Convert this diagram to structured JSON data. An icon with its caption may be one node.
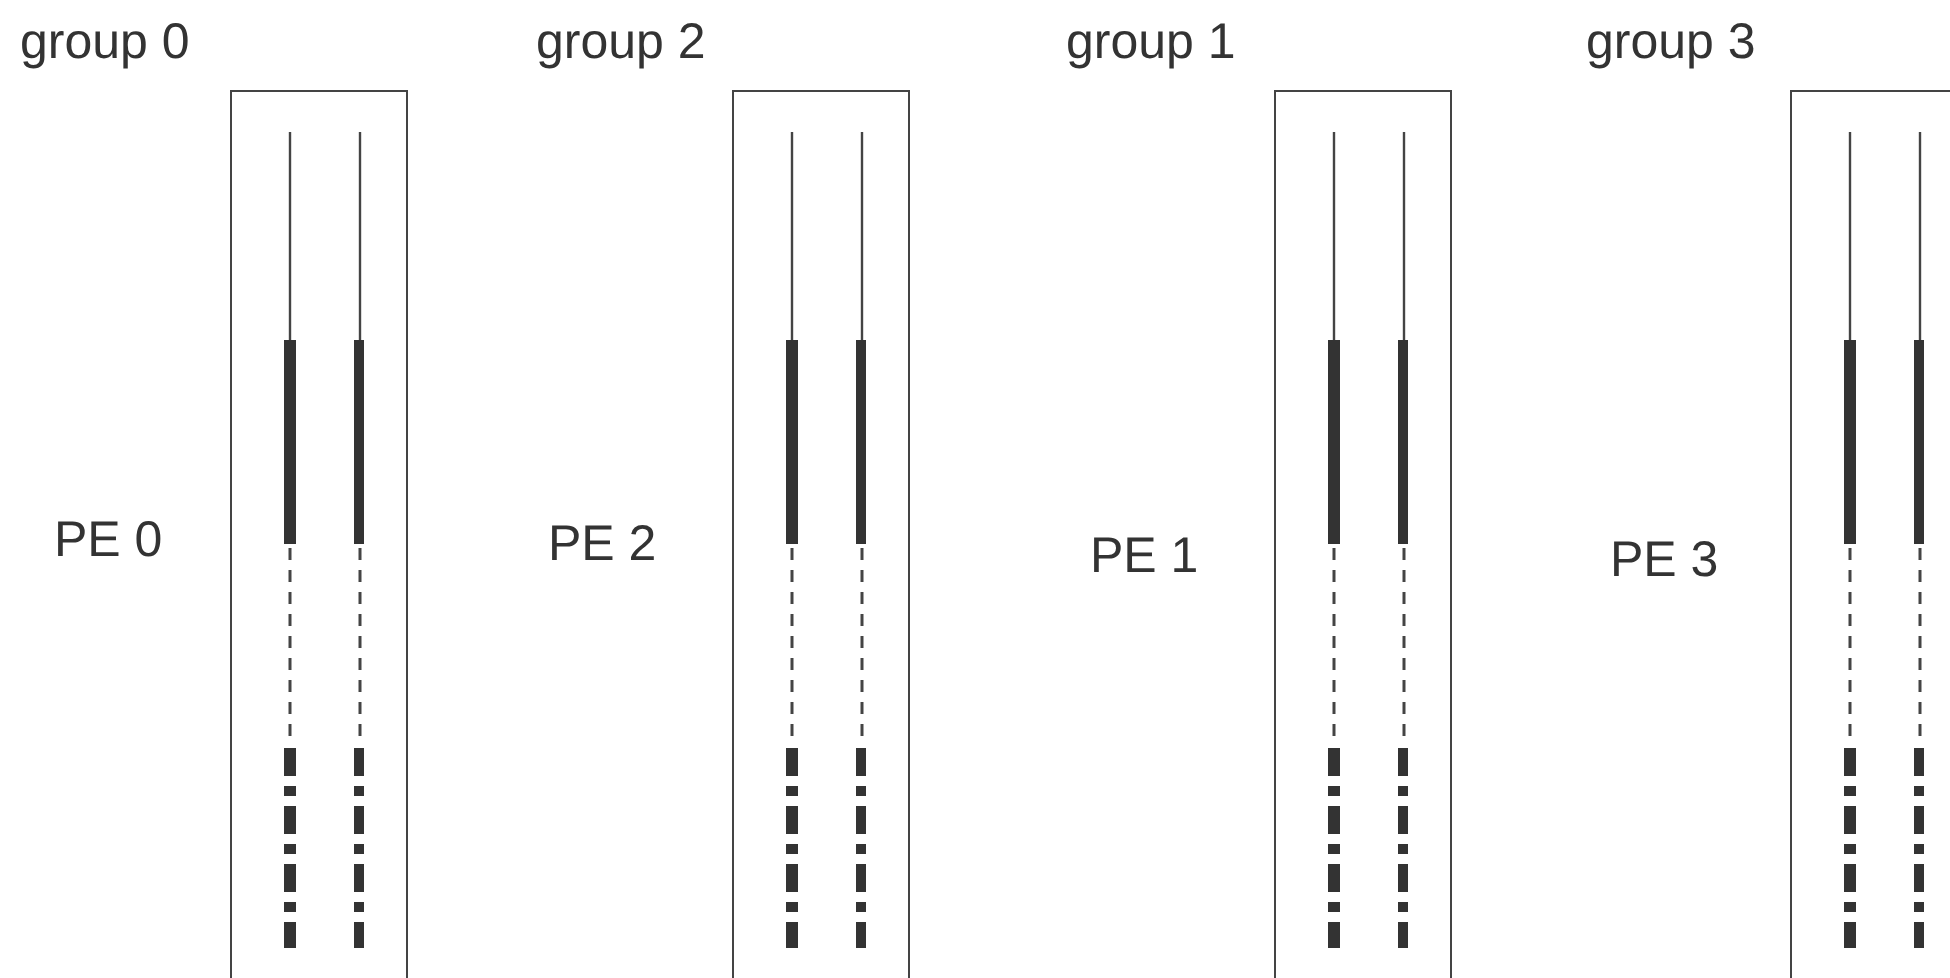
{
  "diagram": {
    "nodes": [
      {
        "text": [
          "group 0"
        ],
        "beside": [
          "PE 0"
        ]
      },
      {
        "text": [
          "group 2"
        ],
        "beside": [
          "PE 2"
        ]
      },
      {
        "text": [
          "group 1"
        ],
        "beside": [
          "PE 1"
        ]
      },
      {
        "text": [
          "group 3"
        ],
        "beside": [
          "PE 3"
        ]
      }
    ]
  }
}
